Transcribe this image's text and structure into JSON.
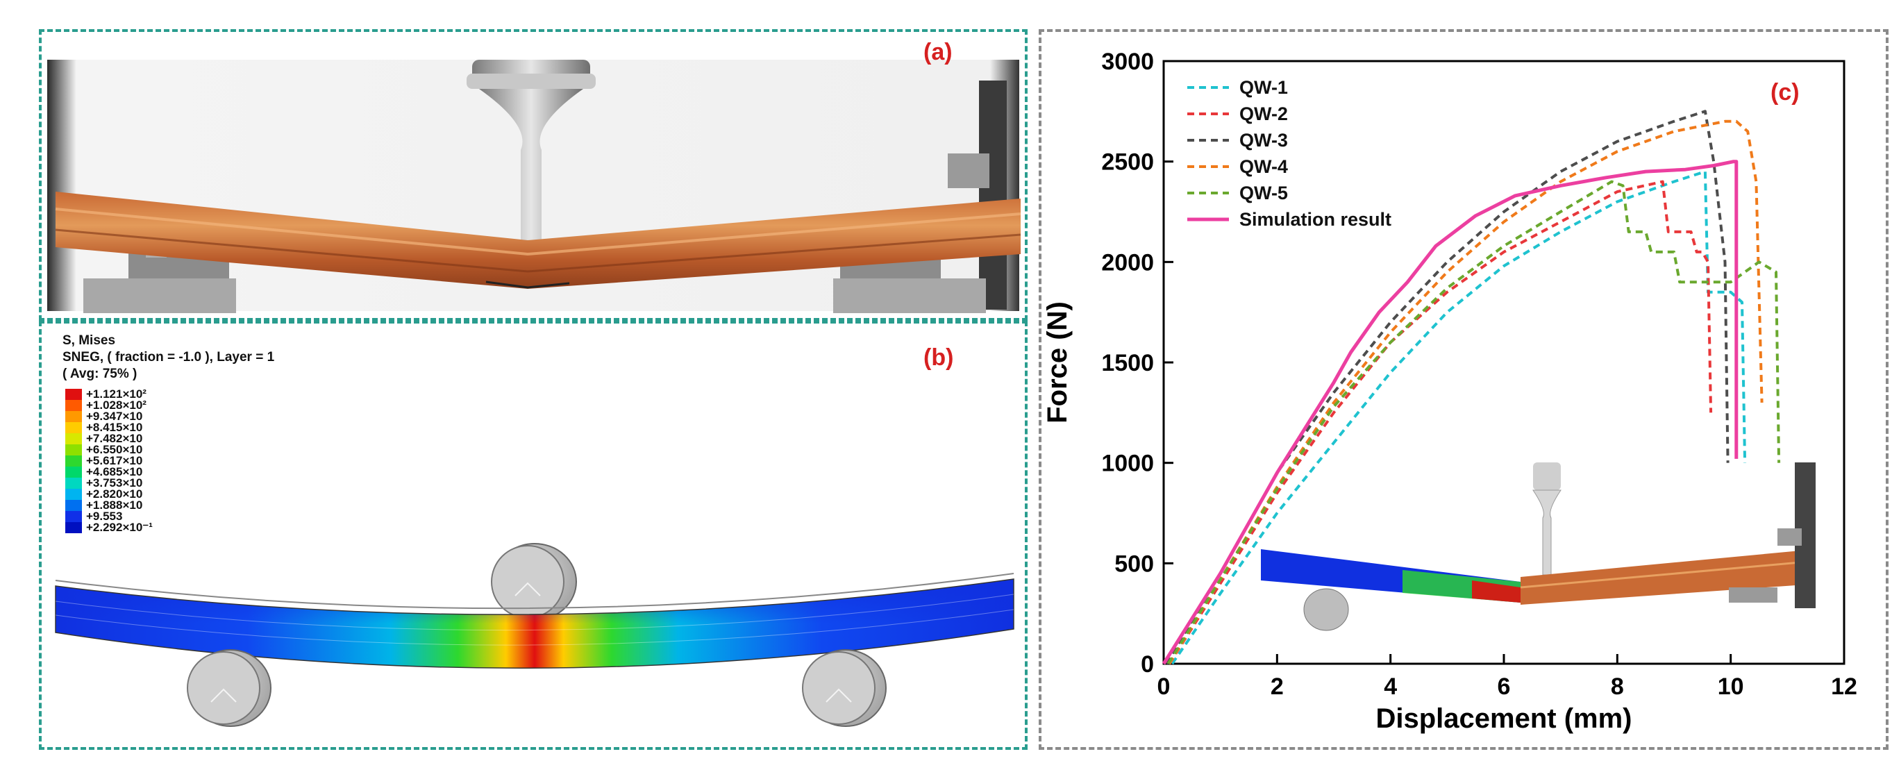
{
  "panels": {
    "a": {
      "label": "(a)"
    },
    "b": {
      "label": "(b)",
      "legend_title_1": "S, Mises",
      "legend_title_2": "SNEG, ( fraction = -1.0 ), Layer = 1",
      "legend_title_3": "( Avg: 75% )",
      "scale": [
        {
          "text": "+1.121×10²",
          "color": "#e01010"
        },
        {
          "text": "+1.028×10²",
          "color": "#ff5a00"
        },
        {
          "text": "+9.347×10",
          "color": "#ff9900"
        },
        {
          "text": "+8.415×10",
          "color": "#ffcc00"
        },
        {
          "text": "+7.482×10",
          "color": "#d8e800"
        },
        {
          "text": "+6.550×10",
          "color": "#8ee000"
        },
        {
          "text": "+5.617×10",
          "color": "#2ed82e"
        },
        {
          "text": "+4.685×10",
          "color": "#00d86a"
        },
        {
          "text": "+3.753×10",
          "color": "#00d8c0"
        },
        {
          "text": "+2.820×10",
          "color": "#00b4f0"
        },
        {
          "text": "+1.888×10",
          "color": "#0070f0"
        },
        {
          "text": "+9.553",
          "color": "#1030e8"
        },
        {
          "text": "+2.292×10⁻¹",
          "color": "#0010c0"
        }
      ]
    },
    "c": {
      "label": "(c)"
    }
  },
  "chart_data": {
    "type": "line",
    "title": "",
    "xlabel": "Displacement (mm)",
    "ylabel": "Force (N)",
    "xlim": [
      0,
      12
    ],
    "ylim": [
      0,
      3000
    ],
    "xticks": [
      0,
      2,
      4,
      6,
      8,
      10,
      12
    ],
    "yticks": [
      0,
      500,
      1000,
      1500,
      2000,
      2500,
      3000
    ],
    "legend_position": "top-left",
    "series": [
      {
        "name": "QW-1",
        "color": "#1fc2cf",
        "dash": true,
        "x": [
          0.15,
          1,
          2,
          3,
          4,
          5,
          6,
          7,
          8,
          9,
          9.55,
          9.6,
          10.0,
          10.2,
          10.25
        ],
        "y": [
          0,
          350,
          750,
          1100,
          1450,
          1750,
          1980,
          2150,
          2300,
          2400,
          2450,
          1850,
          1850,
          1800,
          1000
        ]
      },
      {
        "name": "QW-2",
        "color": "#e8373a",
        "dash": true,
        "x": [
          0.1,
          1,
          2,
          3,
          4,
          5,
          6,
          7,
          8,
          8.8,
          8.9,
          9.3,
          9.4,
          9.5,
          9.6,
          9.65
        ],
        "y": [
          0,
          400,
          850,
          1250,
          1600,
          1850,
          2050,
          2200,
          2350,
          2400,
          2150,
          2150,
          2050,
          2050,
          2000,
          1250
        ]
      },
      {
        "name": "QW-3",
        "color": "#4d4d4d",
        "dash": true,
        "x": [
          0.05,
          1,
          2,
          3,
          4,
          5,
          6,
          7,
          8,
          9,
          9.55,
          9.7,
          9.9,
          9.95
        ],
        "y": [
          0,
          450,
          950,
          1350,
          1700,
          2000,
          2250,
          2450,
          2600,
          2700,
          2750,
          2500,
          2000,
          1000
        ]
      },
      {
        "name": "QW-4",
        "color": "#f07a1a",
        "dash": true,
        "x": [
          0.1,
          1,
          2,
          3,
          4,
          5,
          6,
          7,
          8,
          9,
          9.9,
          10.1,
          10.3,
          10.45,
          10.55
        ],
        "y": [
          0,
          420,
          880,
          1300,
          1650,
          1950,
          2200,
          2400,
          2550,
          2650,
          2700,
          2700,
          2650,
          2400,
          1300
        ]
      },
      {
        "name": "QW-5",
        "color": "#6aa82e",
        "dash": true,
        "x": [
          0.08,
          1,
          2,
          3,
          4,
          5,
          6,
          7,
          7.9,
          8.1,
          8.2,
          8.5,
          8.6,
          9.0,
          9.1,
          10.0,
          10.5,
          10.8,
          10.85
        ],
        "y": [
          0,
          420,
          870,
          1280,
          1600,
          1870,
          2080,
          2250,
          2400,
          2380,
          2150,
          2150,
          2050,
          2050,
          1900,
          1900,
          2000,
          1950,
          1000
        ]
      },
      {
        "name": "Simulation result",
        "color": "#ec3fa0",
        "dash": false,
        "x": [
          0,
          1,
          2,
          3,
          3.3,
          3.8,
          4.3,
          4.8,
          5.5,
          6.2,
          7,
          7.8,
          8.5,
          9.2,
          9.7,
          10.05,
          10.1,
          10.1
        ],
        "y": [
          0,
          450,
          950,
          1400,
          1550,
          1750,
          1900,
          2080,
          2230,
          2330,
          2380,
          2420,
          2450,
          2460,
          2480,
          2500,
          2500,
          1020
        ]
      }
    ]
  }
}
